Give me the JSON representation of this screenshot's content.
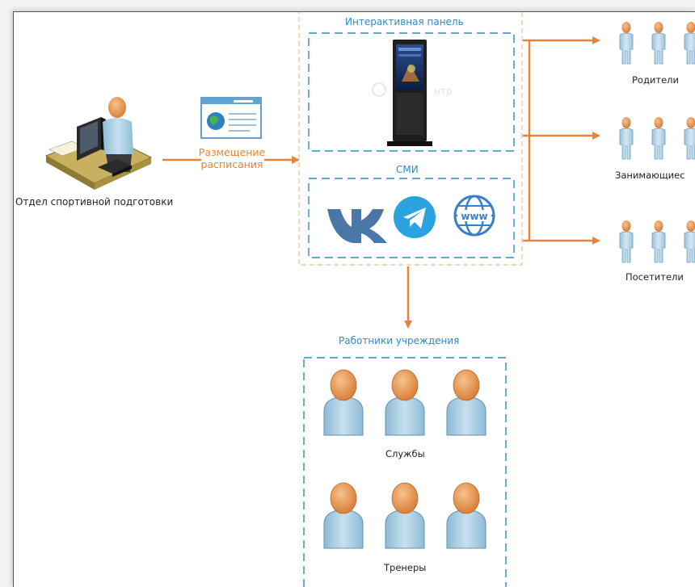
{
  "source": {
    "label": "Отдел спортивной подготовки"
  },
  "publish_step": {
    "label_line1": "Размещение",
    "label_line2": "расписания"
  },
  "channels": {
    "panel_title": "Интерактивная панель",
    "panel_watermark": "нтр",
    "media_title": "СМИ",
    "media_icons": [
      "vk-icon",
      "telegram-icon",
      "www-globe-icon"
    ]
  },
  "audiences": [
    {
      "label": "Родители"
    },
    {
      "label": "Занимающиес"
    },
    {
      "label": "Посетители"
    }
  ],
  "staff": {
    "title": "Работники учреждения",
    "groups": [
      {
        "label": "Службы"
      },
      {
        "label": "Тренеры"
      }
    ]
  },
  "colors": {
    "arrow": "#e8843a",
    "dash_blue": "#2e8bc0",
    "dash_orange": "#f2b98a",
    "person_head": "#e99a55",
    "person_body": "#a9cde3",
    "vk": "#4a76a8",
    "telegram": "#2aa3e0"
  }
}
